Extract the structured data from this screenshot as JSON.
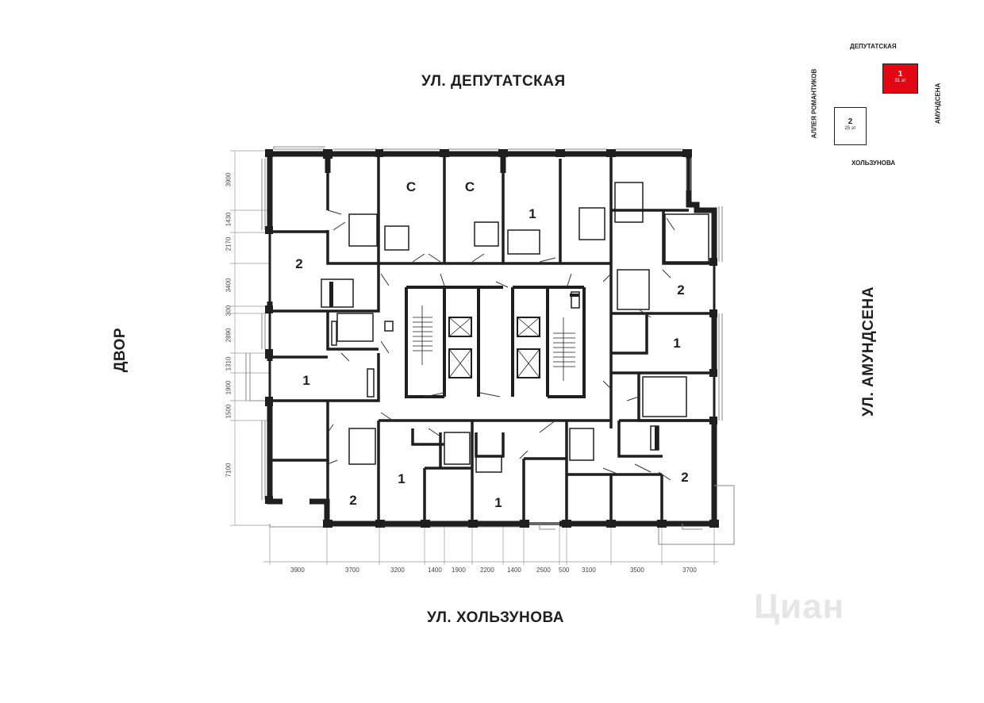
{
  "streets": {
    "north": "УЛ. ДЕПУТАТСКАЯ",
    "south": "УЛ. ХОЛЬЗУНОВА",
    "east": "УЛ. АМУНДСЕНА",
    "west": "ДВОР"
  },
  "apartments": {
    "c1": "С",
    "c2": "С",
    "n1": "1",
    "nw2": "2",
    "ne2": "2",
    "w1": "1",
    "e1": "1",
    "sw2": "2",
    "s1a": "1",
    "s1b": "1",
    "se2": "2"
  },
  "dims_bottom": [
    "3900",
    "3700",
    "3200",
    "1400",
    "1900",
    "2200",
    "1400",
    "2500",
    "500",
    "3100",
    "3500",
    "3700"
  ],
  "dims_left": [
    "3900",
    "1430",
    "2170",
    "3400",
    "300",
    "2890",
    "1310",
    "1900",
    "1500",
    "7100"
  ],
  "keymap": {
    "top": "ДЕПУТАТСКАЯ",
    "bottom": "ХОЛЬЗУНОВА",
    "left": "АЛЛЕЯ РОМАНТИКОВ",
    "right": "АМУНДСЕНА",
    "b1_num": "1",
    "b1_floors": "31 эт",
    "b2_num": "2",
    "b2_floors": "25 эт",
    "highlight": "#e30613"
  },
  "watermark": "Циан"
}
